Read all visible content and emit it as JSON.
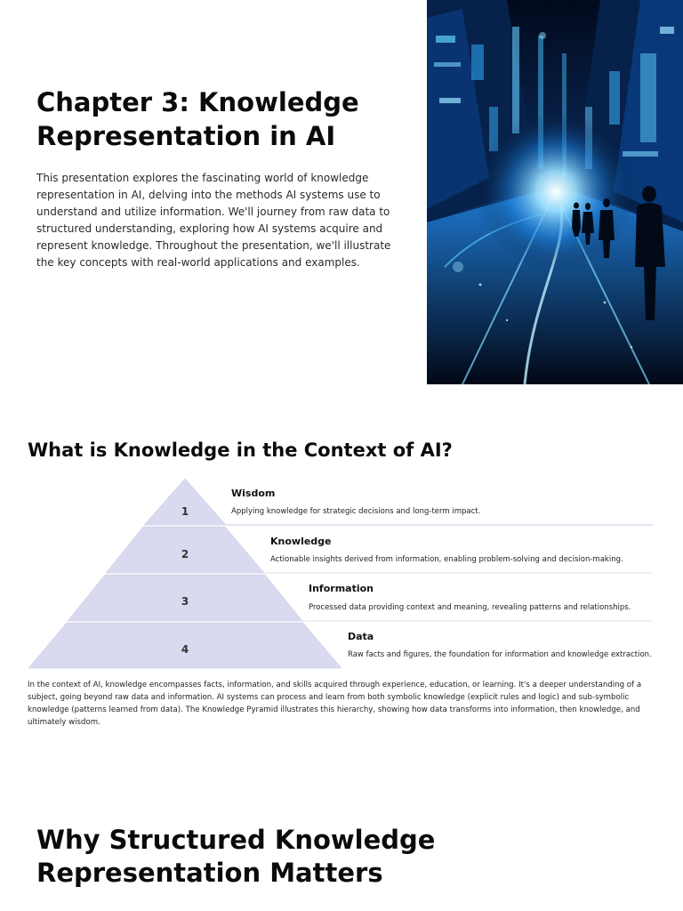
{
  "slide1": {
    "title": "Chapter 3: Knowledge Representation in AI",
    "body": "This presentation explores the fascinating world of knowledge representation in AI, delving into the methods AI systems use to understand and utilize information. We'll journey from raw data to structured understanding, exploring how AI systems acquire and represent knowledge. Throughout the presentation, we'll illustrate the key concepts with real-world applications and examples."
  },
  "slide2": {
    "title": "What is Knowledge in the Context of AI?",
    "pyramid": [
      {
        "num": "1",
        "title": "Wisdom",
        "desc": "Applying knowledge for strategic decisions and long-term impact."
      },
      {
        "num": "2",
        "title": "Knowledge",
        "desc": "Actionable insights derived from information, enabling problem-solving and decision-making."
      },
      {
        "num": "3",
        "title": "Information",
        "desc": "Processed data providing context and meaning, revealing patterns and relationships."
      },
      {
        "num": "4",
        "title": "Data",
        "desc": "Raw facts and figures, the foundation for information and knowledge extraction."
      }
    ],
    "body": "In the context of AI, knowledge encompasses facts, information, and skills acquired through experience, education, or learning. It's a deeper understanding of a subject, going beyond raw data and information. AI systems can process and learn from both symbolic knowledge (explicit rules and logic) and sub-symbolic knowledge (patterns learned from data). The Knowledge Pyramid illustrates this hierarchy, showing how data transforms into information, then knowledge, and ultimately wisdom.",
    "pyramid_color": "#d9d9ef"
  },
  "slide3": {
    "title": "Why Structured Knowledge Representation Matters"
  }
}
